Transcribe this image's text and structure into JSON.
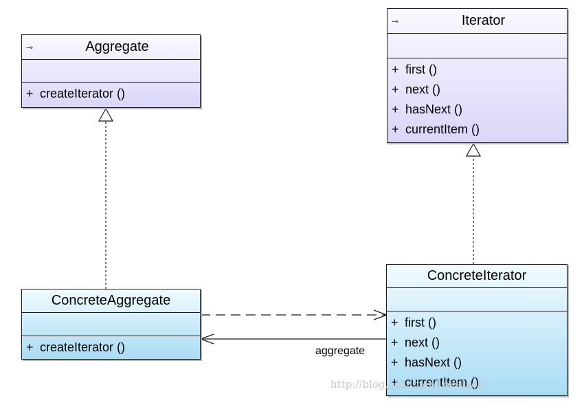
{
  "diagram": {
    "classes": {
      "aggregate": {
        "name": "Aggregate",
        "interface_icon": "⊸",
        "operations": [
          {
            "visibility": "+",
            "signature": "createIterator ()"
          }
        ]
      },
      "iterator": {
        "name": "Iterator",
        "interface_icon": "⊸",
        "operations": [
          {
            "visibility": "+",
            "signature": "first ()"
          },
          {
            "visibility": "+",
            "signature": "next ()"
          },
          {
            "visibility": "+",
            "signature": "hasNext ()"
          },
          {
            "visibility": "+",
            "signature": "currentItem ()"
          }
        ]
      },
      "concrete_aggregate": {
        "name": "ConcreteAggregate",
        "operations": [
          {
            "visibility": "+",
            "signature": "createIterator ()"
          }
        ]
      },
      "concrete_iterator": {
        "name": "ConcreteIterator",
        "operations": [
          {
            "visibility": "+",
            "signature": "first ()"
          },
          {
            "visibility": "+",
            "signature": "next ()"
          },
          {
            "visibility": "+",
            "signature": "hasNext ()"
          },
          {
            "visibility": "+",
            "signature": "currentItem ()"
          }
        ]
      }
    },
    "relations": {
      "association_role": "aggregate"
    },
    "colors": {
      "interface_fill_top": "#f9f9ff",
      "interface_fill_bottom": "#d9d6f8",
      "concrete_fill_top": "#f0fbff",
      "concrete_fill_bottom": "#a9dcf4",
      "line": "#1a1a1a"
    }
  },
  "watermark": "http://blog.csdn.net/LoveLion"
}
